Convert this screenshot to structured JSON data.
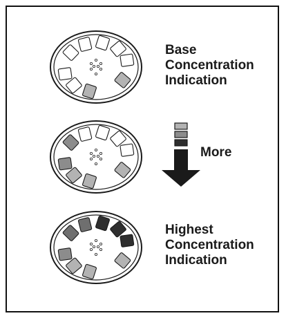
{
  "indicators": [
    {
      "label_lines": [
        "Base",
        "Concentration",
        "Indication"
      ],
      "segment_fills": [
        "#ffffff",
        "#ffffff",
        "#ffffff",
        "#ffffff",
        "#ffffff",
        "#ffffff",
        "#ffffff",
        "#b3b3b3",
        "#b3b3b3"
      ]
    },
    {
      "label_lines": [],
      "segment_fills": [
        "#ffffff",
        "#ffffff",
        "#ffffff",
        "#ffffff",
        "#8c8c8c",
        "#8c8c8c",
        "#b3b3b3",
        "#b3b3b3",
        "#b3b3b3"
      ]
    },
    {
      "label_lines": [
        "Highest",
        "Concentration",
        "Indication"
      ],
      "segment_fills": [
        "#2e2e2e",
        "#2e2e2e",
        "#2e2e2e",
        "#6f6f6f",
        "#6f6f6f",
        "#8c8c8c",
        "#b3b3b3",
        "#b3b3b3",
        "#b3b3b3"
      ]
    }
  ],
  "more_arrow": {
    "label": "More",
    "legend_fills": [
      "#b3b3b3",
      "#8c8c8c",
      "#2e2e2e"
    ],
    "arrow_color": "#1a1a1a"
  }
}
